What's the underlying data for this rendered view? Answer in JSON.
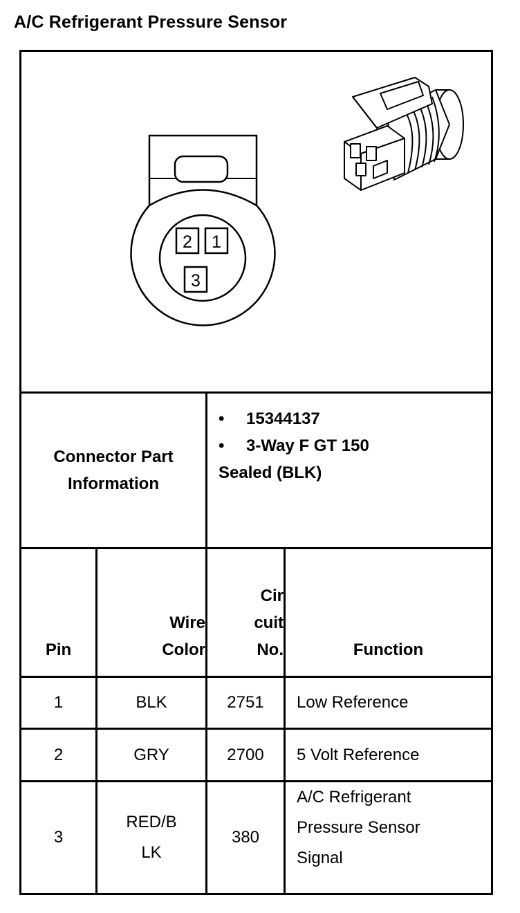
{
  "title": "A/C Refrigerant Pressure Sensor",
  "connector_face": {
    "pin_labels": [
      "2",
      "1",
      "3"
    ]
  },
  "connector_part_information": {
    "label_line1": "Connector Part",
    "label_line2": "Information",
    "part_number": "15344137",
    "description_line1": "3-Way F GT 150",
    "description_line2": "Sealed (BLK)"
  },
  "table": {
    "headers": {
      "pin": "Pin",
      "wire_color_line1": "Wire",
      "wire_color_line2": "Color",
      "circuit_line1": "Cir",
      "circuit_line2": "cuit",
      "circuit_line3": "No.",
      "function": "Function"
    },
    "rows": [
      {
        "pin": "1",
        "wire_color": "BLK",
        "circuit": "2751",
        "function": "Low Reference"
      },
      {
        "pin": "2",
        "wire_color": "GRY",
        "circuit": "2700",
        "function": "5 Volt Reference"
      },
      {
        "pin": "3",
        "wire_color_line1": "RED/B",
        "wire_color_line2": "LK",
        "circuit": "380",
        "function_line1": "A/C Refrigerant",
        "function_line2": "Pressure Sensor",
        "function_line3": "Signal"
      }
    ]
  }
}
